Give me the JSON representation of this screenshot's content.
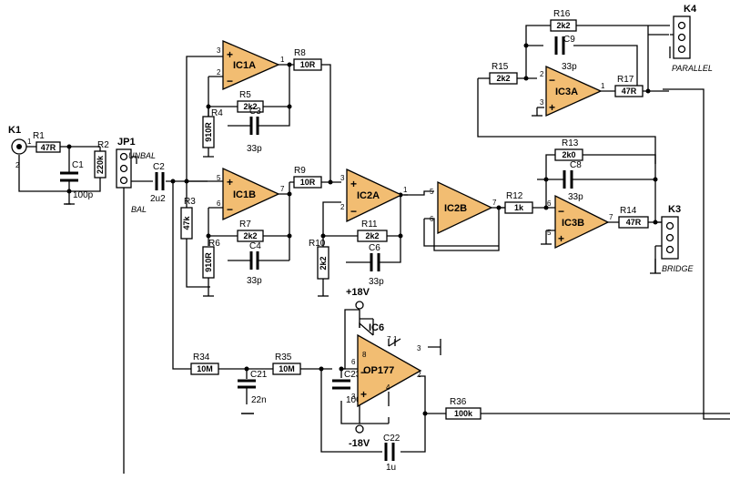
{
  "resistors": [
    {
      "id": "R1",
      "value": "47R"
    },
    {
      "id": "R2",
      "value": "220k"
    },
    {
      "id": "R3",
      "value": "47k"
    },
    {
      "id": "R4",
      "value": "910R"
    },
    {
      "id": "R5",
      "value": "2k2"
    },
    {
      "id": "R6",
      "value": "910R"
    },
    {
      "id": "R7",
      "value": "2k2"
    },
    {
      "id": "R8",
      "value": "10R"
    },
    {
      "id": "R9",
      "value": "10R"
    },
    {
      "id": "R10",
      "value": "2k2"
    },
    {
      "id": "R11",
      "value": "2k2"
    },
    {
      "id": "R12",
      "value": "1k"
    },
    {
      "id": "R13",
      "value": "2k0"
    },
    {
      "id": "R14",
      "value": "47R"
    },
    {
      "id": "R15",
      "value": "2k2"
    },
    {
      "id": "R16",
      "value": "2k2"
    },
    {
      "id": "R17",
      "value": "47R"
    },
    {
      "id": "R34",
      "value": "10M"
    },
    {
      "id": "R35",
      "value": "10M"
    },
    {
      "id": "R36",
      "value": "100k"
    }
  ],
  "capacitors": [
    {
      "id": "C1",
      "value": "100p"
    },
    {
      "id": "C2",
      "value": "2u2"
    },
    {
      "id": "C3",
      "value": "33p"
    },
    {
      "id": "C4",
      "value": "33p"
    },
    {
      "id": "C6",
      "value": "33p"
    },
    {
      "id": "C8",
      "value": "33p"
    },
    {
      "id": "C9",
      "value": "33p"
    },
    {
      "id": "C21",
      "value": "22n"
    },
    {
      "id": "C22",
      "value": "1u"
    },
    {
      "id": "C23",
      "value": "100n"
    }
  ],
  "opamps": [
    {
      "id": "IC1A"
    },
    {
      "id": "IC1B"
    },
    {
      "id": "IC2A"
    },
    {
      "id": "IC2B"
    },
    {
      "id": "IC3A"
    },
    {
      "id": "IC3B"
    },
    {
      "id": "OP177"
    }
  ],
  "labels": {
    "ic6": "IC6",
    "plus_supply": "+18V",
    "minus_supply": "-18V"
  },
  "connectors": {
    "k1": "K1",
    "jp1": "JP1",
    "unbal": "UNBAL",
    "bal": "BAL",
    "k3": "K3",
    "bridge": "BRIDGE",
    "k4": "K4",
    "parallel": "PARALLEL"
  },
  "pins": [
    "1",
    "2",
    "3",
    "4",
    "5",
    "6",
    "7",
    "8"
  ],
  "colors": {
    "opamp_fill": "#f2bd72",
    "wire": "#000000"
  }
}
